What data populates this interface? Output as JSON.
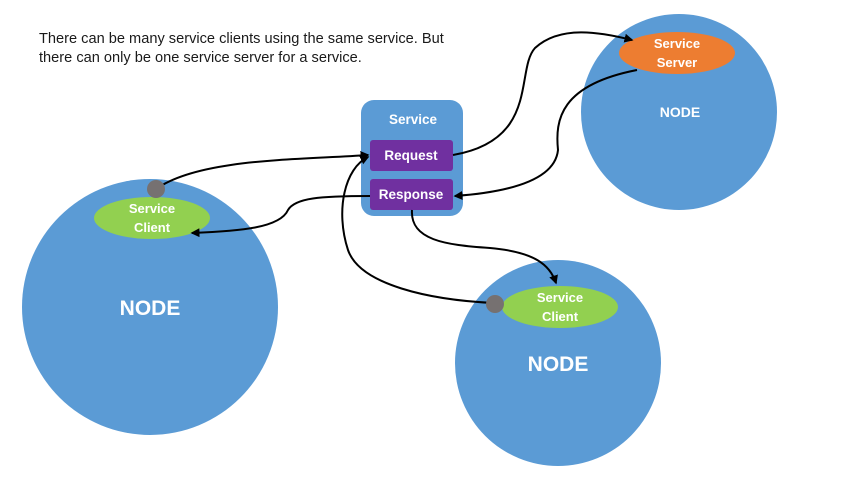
{
  "caption": {
    "line1": "There can be many service clients using the same service. But",
    "line2": "there can only be one service server for a service."
  },
  "colors": {
    "node": "#5b9bd5",
    "service_box": "#5b9bd5",
    "service_button": "#7030a0",
    "client": "#92d050",
    "server": "#ed7d31",
    "port": "#767171",
    "arrow": "#000000",
    "text_light": "#ffffff"
  },
  "nodes": [
    {
      "id": "left",
      "label": "NODE"
    },
    {
      "id": "top-right",
      "label": "NODE"
    },
    {
      "id": "bottom",
      "label": "NODE"
    }
  ],
  "service": {
    "title": "Service",
    "request_label": "Request",
    "response_label": "Response"
  },
  "server": {
    "line1": "Service",
    "line2": "Server"
  },
  "clients": [
    {
      "line1": "Service",
      "line2": "Client"
    },
    {
      "line1": "Service",
      "line2": "Client"
    }
  ]
}
